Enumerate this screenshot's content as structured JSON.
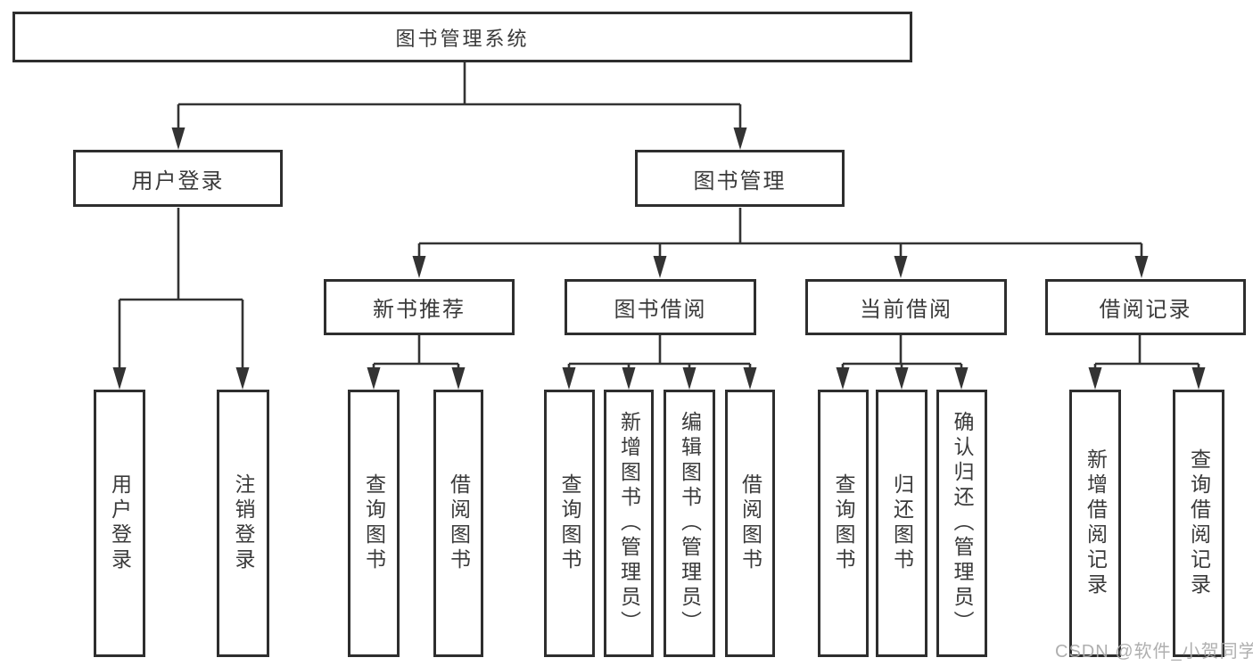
{
  "diagram_title": "图书管理系统",
  "tree": {
    "root": {
      "label": "图书管理系统"
    },
    "children": [
      {
        "label": "用户登录",
        "children": [
          {
            "label": "用户登录"
          },
          {
            "label": "注销登录"
          }
        ]
      },
      {
        "label": "图书管理",
        "children": [
          {
            "label": "新书推荐",
            "children": [
              {
                "label": "查询图书"
              },
              {
                "label": "借阅图书"
              }
            ]
          },
          {
            "label": "图书借阅",
            "children": [
              {
                "label": "查询图书"
              },
              {
                "label": "新增图书（管理员）"
              },
              {
                "label": "编辑图书（管理员）"
              },
              {
                "label": "借阅图书"
              }
            ]
          },
          {
            "label": "当前借阅",
            "children": [
              {
                "label": "查询图书"
              },
              {
                "label": "归还图书"
              },
              {
                "label": "确认归还（管理员）"
              }
            ]
          },
          {
            "label": "借阅记录",
            "children": [
              {
                "label": "新增借阅记录"
              },
              {
                "label": "查询借阅记录"
              }
            ]
          }
        ]
      }
    ]
  },
  "watermark": {
    "text": "CSDN @软件_小贺同学"
  },
  "colors": {
    "line": "#333333",
    "box_border": "#2e2e2e",
    "text": "#3a3a3a",
    "watermark": "#a8a8a8",
    "background": "#ffffff"
  }
}
